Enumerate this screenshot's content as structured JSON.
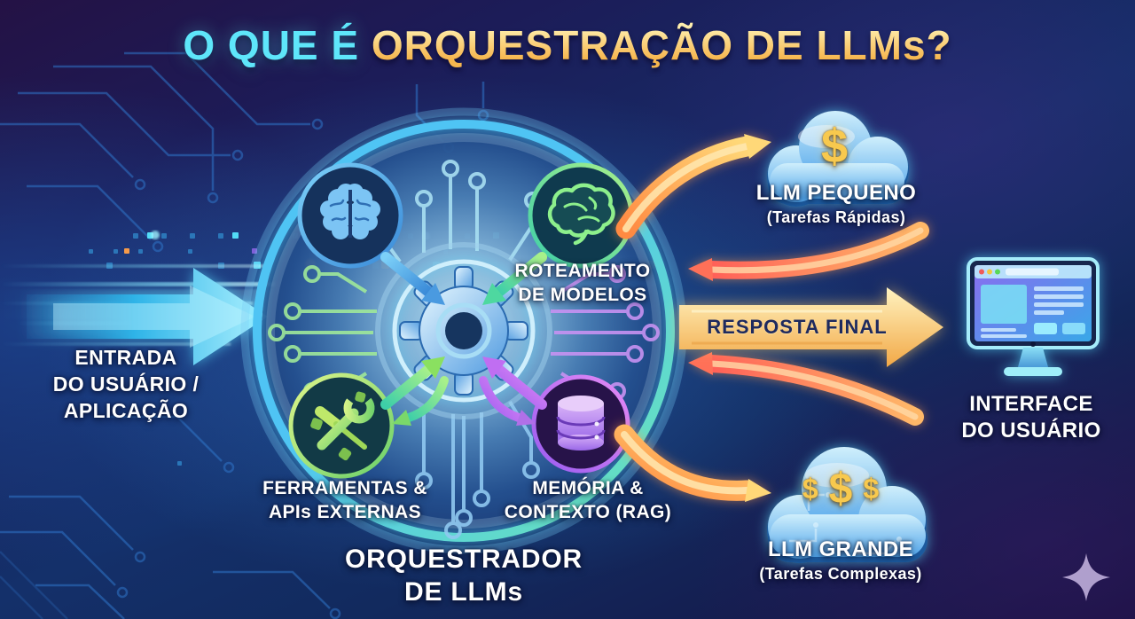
{
  "title": {
    "prefix": "O QUE É",
    "highlight": "ORQUESTRAÇÃO DE LLMs?"
  },
  "input": {
    "icon": "arrow-right-icon",
    "lines": [
      "ENTRADA",
      "DO USUÁRIO /",
      "APLICAÇÃO"
    ]
  },
  "orchestrator": {
    "caption": {
      "lines": [
        "ORQUESTRADOR",
        "DE LLMs"
      ]
    },
    "center_icon": "gear-icon",
    "nodes": {
      "model_blue": {
        "icon": "brain-icon"
      },
      "routing": {
        "icon": "brain-icon",
        "lines": [
          "ROTEAMENTO",
          "DE MODELOS"
        ]
      },
      "tools": {
        "icon": "tools-icon",
        "lines": [
          "FERRAMENTAS &",
          "APIs EXTERNAS"
        ]
      },
      "memory": {
        "icon": "database-icon",
        "lines": [
          "MEMÓRIA &",
          "CONTEXTO (RAG)"
        ]
      }
    }
  },
  "llm_small": {
    "icon": "cloud-dollar-icon",
    "badge": "$",
    "title": "LLM PEQUENO",
    "subtitle": "(Tarefas Rápidas)"
  },
  "llm_large": {
    "icon": "cloud-dollars-icon",
    "badges": [
      "$",
      "$",
      "$"
    ],
    "title": "LLM GRANDE",
    "subtitle": "(Tarefas Complexas)"
  },
  "response": {
    "label": "RESPOSTA FINAL"
  },
  "user_interface": {
    "icon": "monitor-icon",
    "lines": [
      "INTERFACE",
      "DO USUÁRIO"
    ]
  },
  "decor": {
    "sparkle": "sparkle-icon"
  },
  "colors": {
    "background": "#181043",
    "title_cyan": "#5ee6fa",
    "title_gold": "#f6b64e",
    "arrow_cyan": "#49d6f6",
    "ring_cyan": "#56c9f3",
    "ring_green": "#7de89b",
    "node_blue": "#4fb4f0",
    "node_green": "#7fe87e",
    "node_purple": "#c06ef2",
    "arrow_orange": "#ff9a4a",
    "arrow_red": "#ff6b5c",
    "response_arrow": "#f7c35c",
    "response_text": "#1e2a5e",
    "text": "#ffffff",
    "dollar": "#f8c94e"
  }
}
